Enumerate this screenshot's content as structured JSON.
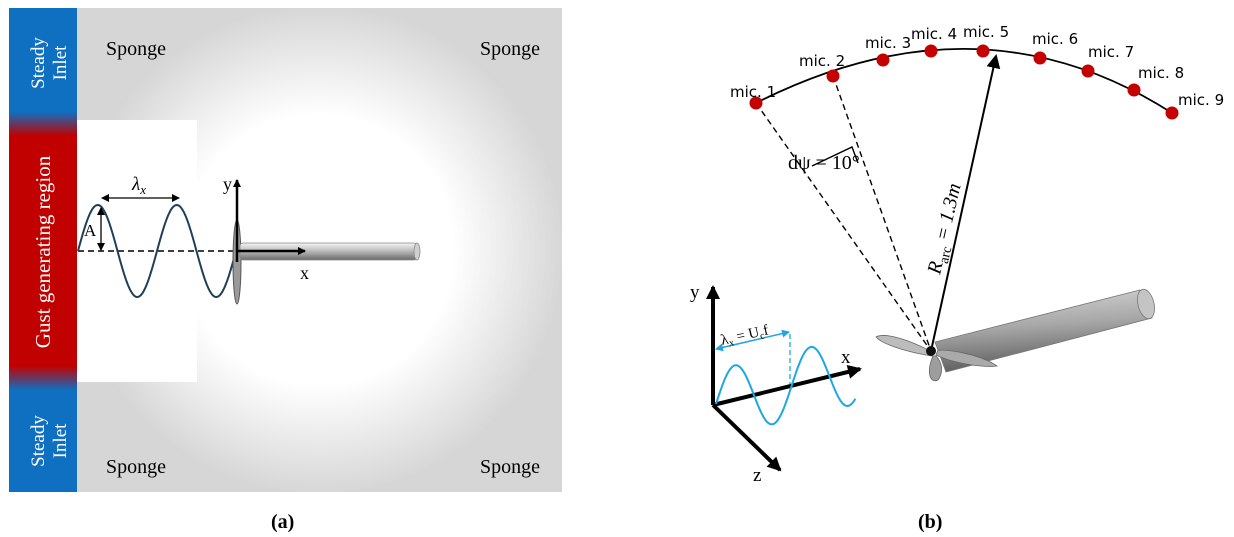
{
  "panel_a": {
    "caption": "(a)",
    "inlet_top_line1": "Steady",
    "inlet_top_line2": "Inlet",
    "inlet_bottom_line1": "Steady",
    "inlet_bottom_line2": "Inlet",
    "gust_region_label": "Gust generating region",
    "sponge_top_left": "Sponge",
    "sponge_top_right": "Sponge",
    "sponge_bottom_left": "Sponge",
    "sponge_bottom_right": "Sponge",
    "wavelength_label": "λ",
    "wavelength_sub": "x",
    "amplitude_label": "A",
    "axis_y": "y",
    "axis_x": "x",
    "colors": {
      "inlet": "#0f6fc0",
      "gust": "#c10000",
      "sponge": "#d4d4d4",
      "wave": "#1f3f57"
    }
  },
  "panel_b": {
    "caption": "(b)",
    "mics": [
      "mic. 1",
      "mic. 2",
      "mic. 3",
      "mic. 4",
      "mic. 5",
      "mic. 6",
      "mic. 7",
      "mic. 8",
      "mic. 9"
    ],
    "angle_label": "dψ = 10°",
    "radius_label_main": "R",
    "radius_label_sub": "arc",
    "radius_label_value": " = 1.3m",
    "axis_y": "y",
    "axis_x": "x",
    "axis_z": "z",
    "wavelength_formula_main": "λ",
    "wavelength_formula_sub1": "x",
    "wavelength_formula_mid": " = U",
    "wavelength_formula_sub2": "c",
    "wavelength_formula_end": "f",
    "colors": {
      "mic": "#c40000",
      "wave": "#1ea7e0"
    }
  }
}
